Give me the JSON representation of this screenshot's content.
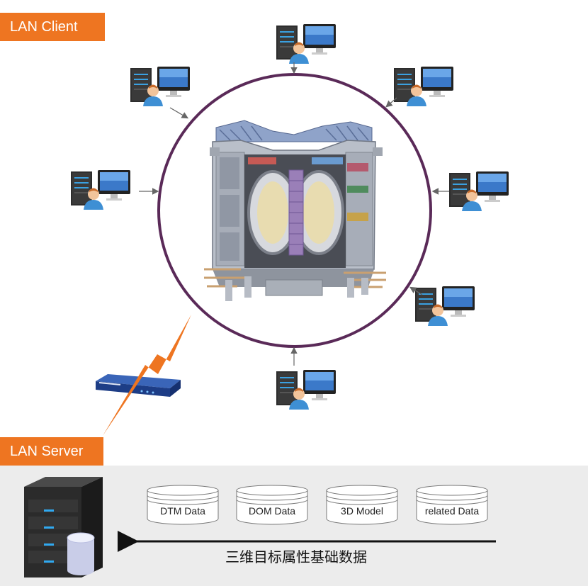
{
  "labels": {
    "client": "LAN Client",
    "server": "LAN Server"
  },
  "databases": [
    {
      "label": "DTM Data"
    },
    {
      "label": "DOM Data"
    },
    {
      "label": "3D Model"
    },
    {
      "label": "related Data"
    }
  ],
  "caption": "三维目标属性基础数据",
  "colors": {
    "accent": "#ee7521",
    "ring": "#5a2a58",
    "band": "#ececec",
    "lightning": "#ee7521"
  },
  "icons": {
    "client": "client-workstation-icon",
    "router": "router-icon",
    "server": "database-server-icon",
    "center": "tokamak-reactor-icon"
  }
}
